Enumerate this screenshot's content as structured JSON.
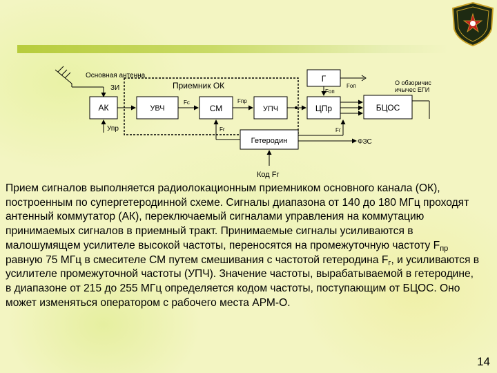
{
  "diagram": {
    "antenna_label": "Основная антенна",
    "receiver_group_label": "Приемник ОК",
    "blocks": {
      "ak": "АК",
      "uvch": "УВЧ",
      "sm": "СМ",
      "upch": "УПЧ",
      "cpr": "ЦПр",
      "bcos": "БЦОС",
      "g": "Г",
      "geterodin": "Гетеродин"
    },
    "signals": {
      "zi": "ЗИ",
      "upr": "Упр",
      "fc": "Fc",
      "fpr": "Fпр",
      "fop_g": "Fоп",
      "fop_out": "Fоп",
      "fg_left": "Fг",
      "fg_right": "Fг",
      "fzs": "ФЗС",
      "kod_fg": "Код Fг",
      "ozi_line1": "О обзоричис",
      "ozi_line2": "ичычес ЕГИ"
    }
  },
  "body": {
    "p1": "Прием сигналов выполняется радиолокационным приемником основного канала (ОК), построенным по супергетеродинной схеме. Сигналы диапазона от 140 до 180 МГц проходят антенный коммутатор (АК), переключаемый сигналами управления на коммутацию принимаемых сигналов в приемный тракт. Принимаемые сигналы усиливаются в малошумящем усилителе высокой частоты, переносятся на промежуточную частоту F",
    "p1_sub": "пр",
    "p2": " равную 75 МГц в смесителе СМ путем смешивания с частотой гетеродина F",
    "p2_sub": "г",
    "p3": ", и усиливаются в усилителе промежуточной частоты (УПЧ). Значение частоты, вырабатываемой в гетеродине, в диапазоне от 215 до 255 МГц определяется кодом частоты, поступающим от БЦОС. Оно может изменяться оператором с рабочего места АРМ-О."
  },
  "page_number": "14",
  "colors": {
    "background": "#f3f5c2",
    "accent_bar": "#b7cc3c",
    "block_fill": "#ffffff",
    "block_border": "#000000",
    "emblem_shield": "#1e2a12",
    "emblem_gold": "#c9a227",
    "emblem_red": "#c0221e"
  },
  "icons": {
    "emblem": "military-shield-emblem-icon",
    "antenna": "antenna-icon"
  }
}
